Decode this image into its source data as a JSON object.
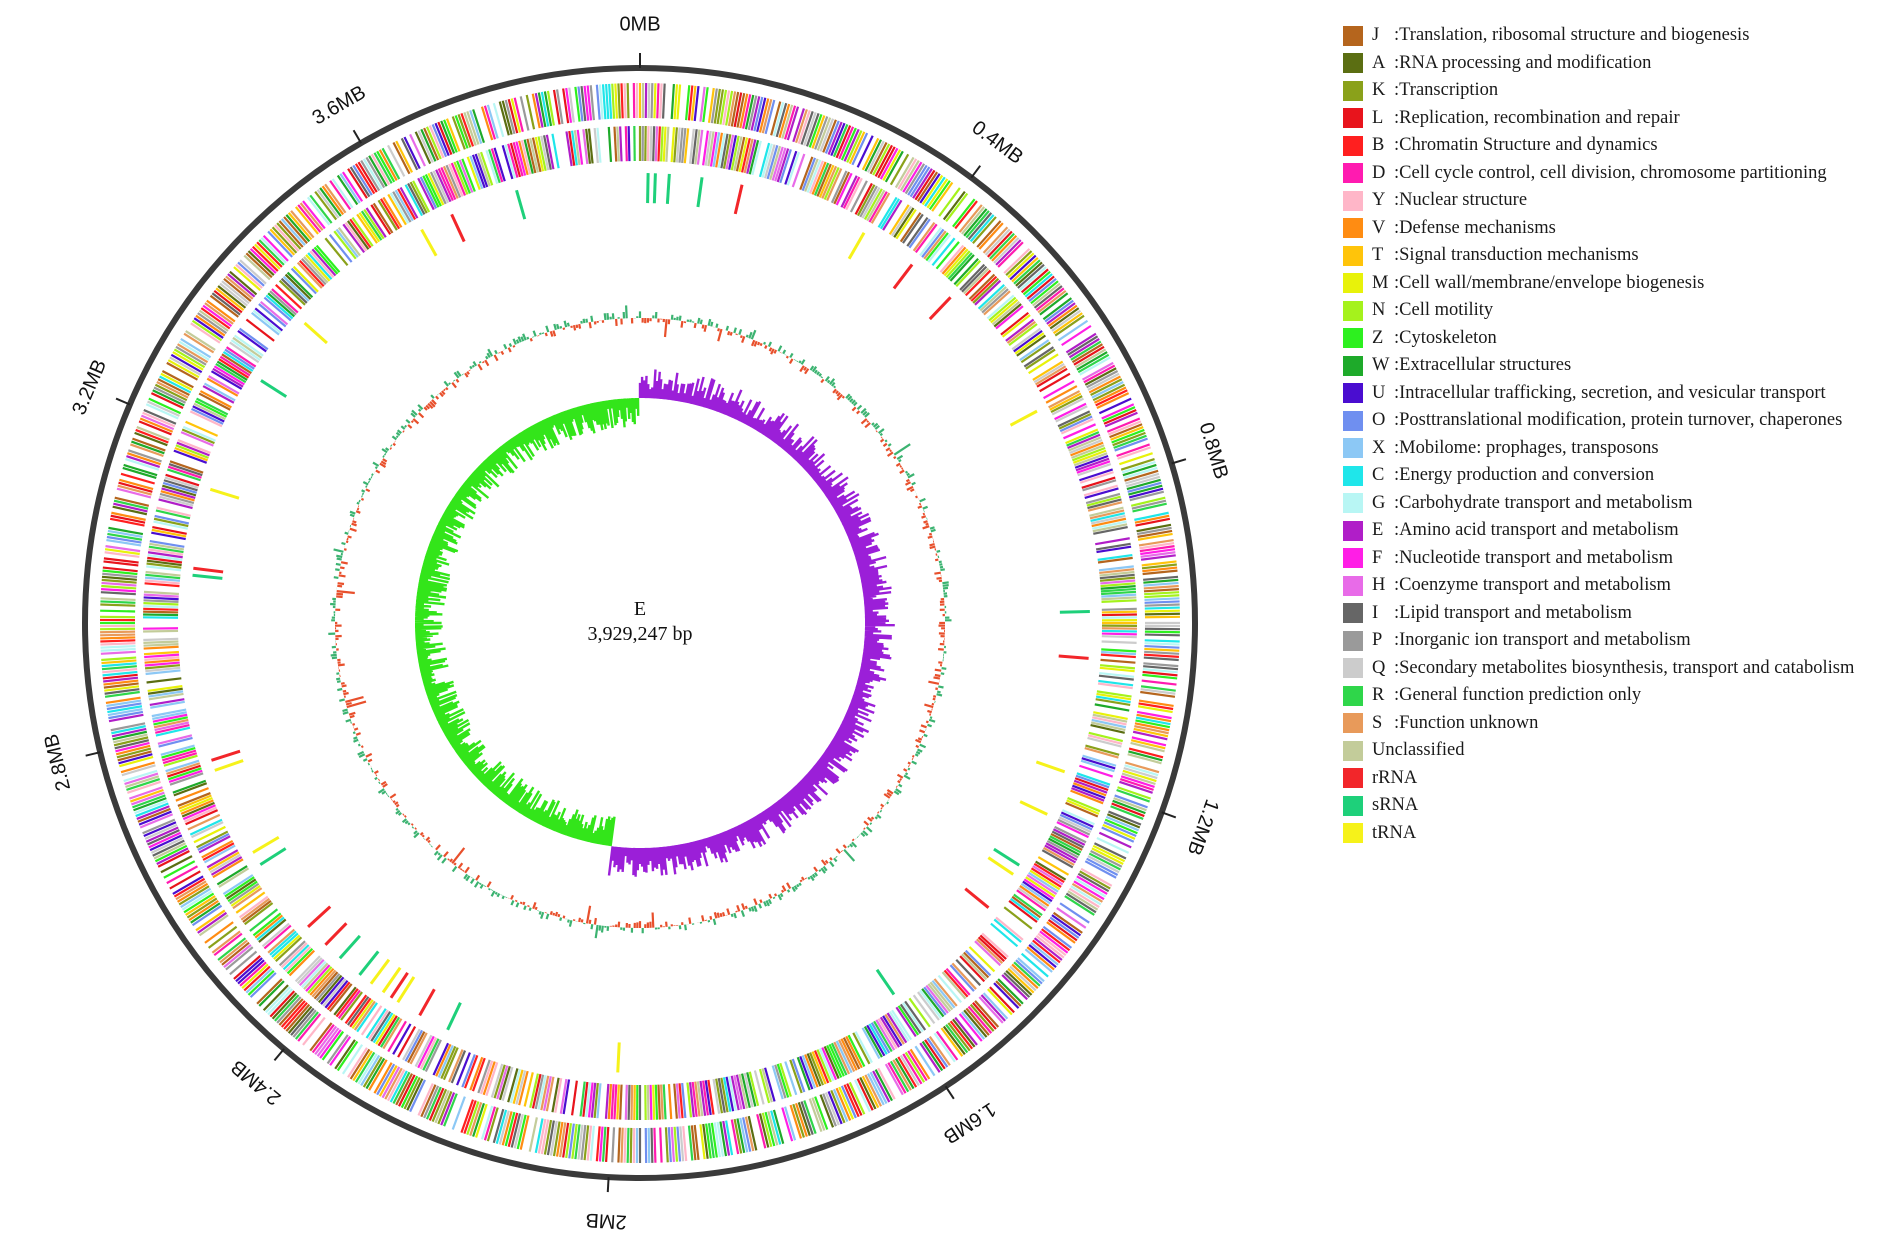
{
  "map": {
    "genome_name": "E",
    "genome_length_label": "3,929,247 bp",
    "genome_length_bp": 3929247,
    "scale_labels": [
      "0MB",
      "0.4MB",
      "0.8MB",
      "1.2MB",
      "1.6MB",
      "2MB",
      "2.4MB",
      "2.8MB",
      "3.2MB",
      "3.6MB"
    ],
    "scale_positions_mb": [
      0,
      0.4,
      0.8,
      1.2,
      1.6,
      2.0,
      2.4,
      2.8,
      3.2,
      3.6
    ],
    "colors": {
      "outer_ring": "#3a3a3a",
      "gc_content_positive": "#3cb371",
      "gc_content_negative": "#e8502c",
      "gc_skew_positive": "#9b1fd8",
      "gc_skew_negative": "#33e51a"
    }
  },
  "legend": {
    "items": [
      {
        "code": "J",
        "label": ":Translation, ribosomal structure and biogenesis",
        "color": "#b5651d"
      },
      {
        "code": "A",
        "label": ":RNA processing and modification",
        "color": "#5b6e12"
      },
      {
        "code": "K",
        "label": ":Transcription",
        "color": "#8aa11a"
      },
      {
        "code": "L",
        "label": ":Replication, recombination and repair",
        "color": "#e8141c"
      },
      {
        "code": "B",
        "label": ":Chromatin Structure and dynamics",
        "color": "#ff1f1f"
      },
      {
        "code": "D",
        "label": ":Cell cycle control, cell division, chromosome partitioning",
        "color": "#ff1bb0"
      },
      {
        "code": "Y",
        "label": ":Nuclear structure",
        "color": "#ffb6c8"
      },
      {
        "code": "V",
        "label": ":Defense mechanisms",
        "color": "#ff8c12"
      },
      {
        "code": "T",
        "label": ":Signal transduction mechanisms",
        "color": "#ffc40a"
      },
      {
        "code": "M",
        "label": ":Cell wall/membrane/envelope biogenesis",
        "color": "#e8f20a"
      },
      {
        "code": "N",
        "label": ":Cell motility",
        "color": "#a5f21c"
      },
      {
        "code": "Z",
        "label": ":Cytoskeleton",
        "color": "#2df01f"
      },
      {
        "code": "W",
        "label": ":Extracellular structures",
        "color": "#1eaa2a"
      },
      {
        "code": "U",
        "label": ":Intracellular trafficking, secretion, and vesicular transport",
        "color": "#4a0dd0"
      },
      {
        "code": "O",
        "label": ":Posttranslational modification, protein turnover, chaperones",
        "color": "#6f8ff0"
      },
      {
        "code": "X",
        "label": ":Mobilome: prophages, transposons",
        "color": "#8cc8f5"
      },
      {
        "code": "C",
        "label": ":Energy production and conversion",
        "color": "#1fe6ea"
      },
      {
        "code": "G",
        "label": ":Carbohydrate transport and metabolism",
        "color": "#b8f6f4"
      },
      {
        "code": "E",
        "label": ":Amino acid transport and metabolism",
        "color": "#b01ec8"
      },
      {
        "code": "F",
        "label": ":Nucleotide transport and metabolism",
        "color": "#ff1ee6"
      },
      {
        "code": "H",
        "label": ":Coenzyme transport and metabolism",
        "color": "#e86be8"
      },
      {
        "code": "I",
        "label": ":Lipid transport and metabolism",
        "color": "#666666"
      },
      {
        "code": "P",
        "label": ":Inorganic ion transport and metabolism",
        "color": "#9a9a9a"
      },
      {
        "code": "Q",
        "label": ":Secondary metabolites biosynthesis, transport and catabolism",
        "color": "#cccccc"
      },
      {
        "code": "R",
        "label": ":General function prediction only",
        "color": "#2fd64a"
      },
      {
        "code": "S",
        "label": ":Function unknown",
        "color": "#e89a5a"
      },
      {
        "code": "",
        "label": "Unclassified",
        "color": "#c3cc9a"
      },
      {
        "code": "",
        "label": "rRNA",
        "color": "#f2262a"
      },
      {
        "code": "",
        "label": "sRNA",
        "color": "#1ed07a"
      },
      {
        "code": "",
        "label": "tRNA",
        "color": "#f6f21a"
      }
    ]
  }
}
